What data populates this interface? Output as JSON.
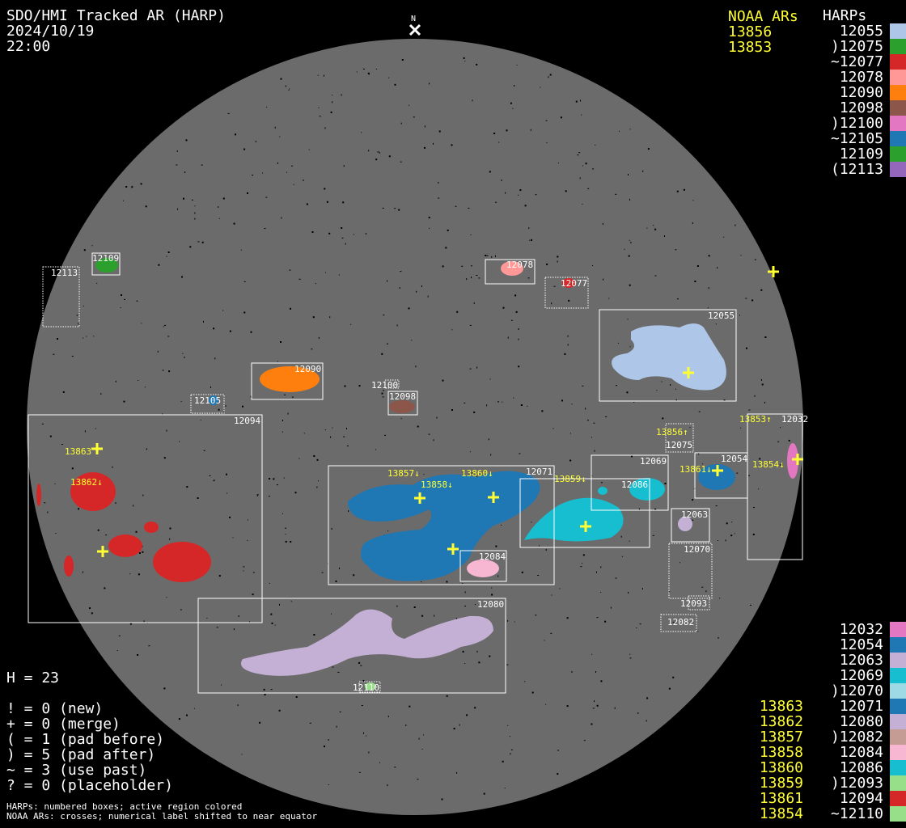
{
  "header": {
    "title": "SDO/HMI Tracked AR (HARP)",
    "date": "2024/10/19",
    "time": "22:00",
    "north": "N"
  },
  "noaa_top": {
    "heading": "NOAA ARs",
    "items": [
      "13856",
      "13853"
    ]
  },
  "harps_top": {
    "heading": "HARPs",
    "items": [
      {
        "label": "12055",
        "color": "#aec7e8"
      },
      {
        "label": ")12075",
        "color": "#2ca02c"
      },
      {
        "label": "~12077",
        "color": "#d62728"
      },
      {
        "label": "12078",
        "color": "#ff9896"
      },
      {
        "label": "12090",
        "color": "#ff7f0e"
      },
      {
        "label": "12098",
        "color": "#8c564b"
      },
      {
        "label": ")12100",
        "color": "#e377c2"
      },
      {
        "label": "~12105",
        "color": "#1f77b4"
      },
      {
        "label": "12109",
        "color": "#2ca02c"
      },
      {
        "label": "(12113",
        "color": "#9467bd"
      }
    ]
  },
  "harps_bottom": {
    "items": [
      {
        "label": "12032",
        "color": "#e377c2"
      },
      {
        "label": "12054",
        "color": "#1f77b4"
      },
      {
        "label": "12063",
        "color": "#c5b0d5"
      },
      {
        "label": "12069",
        "color": "#17becf"
      },
      {
        "label": ")12070",
        "color": "#9edae5"
      },
      {
        "label": "12071",
        "color": "#1f77b4"
      },
      {
        "label": "12080",
        "color": "#c5b0d5"
      },
      {
        "label": ")12082",
        "color": "#c49c94"
      },
      {
        "label": "12084",
        "color": "#f7b6d2"
      },
      {
        "label": "12086",
        "color": "#17becf"
      },
      {
        "label": ")12093",
        "color": "#98df8a"
      },
      {
        "label": "12094",
        "color": "#d62728"
      },
      {
        "label": "~12110",
        "color": "#98df8a"
      }
    ]
  },
  "noaa_bottom": {
    "items": [
      "13863",
      "13862",
      "13857",
      "13858",
      "13860",
      "13859",
      "13861",
      "13854"
    ]
  },
  "stats": {
    "h": "H = 23",
    "new": "! = 0 (new)",
    "merge": "+ = 0 (merge)",
    "pad_before": "( = 1 (pad before)",
    "pad_after": ") = 5 (pad after)",
    "use_past": "~ = 3 (use past)",
    "placeholder": "? = 0 (placeholder)"
  },
  "footnote": {
    "line1": "HARPs: numbered boxes; active region colored",
    "line2": "NOAA ARs: crosses; numerical label shifted to near equator"
  },
  "disk_labels": {
    "h12113": "12113",
    "h12109": "12109",
    "h12078": "12078",
    "h12077": "12077",
    "h12055": "12055",
    "h12090": "12090",
    "h12100": "12100",
    "h12098": "12098",
    "h12105": "12105",
    "h12094": "12094",
    "h12075": "12075",
    "h12032": "12032",
    "h12071": "12071",
    "h12069": "12069",
    "h12086": "12086",
    "h12054": "12054",
    "h12063": "12063",
    "h12070": "12070",
    "h12093": "12093",
    "h12082": "12082",
    "h12084": "12084",
    "h12080": "12080",
    "h12110": "12110"
  },
  "ar_labels": {
    "a13863": "13863",
    "a13862": "13862↓",
    "a13857": "13857↓",
    "a13858": "13858↓",
    "a13860": "13860↓",
    "a13859": "13859↓",
    "a13856": "13856↑",
    "a13853": "13853↑",
    "a13861": "13861↓",
    "a13854": "13854↓"
  }
}
